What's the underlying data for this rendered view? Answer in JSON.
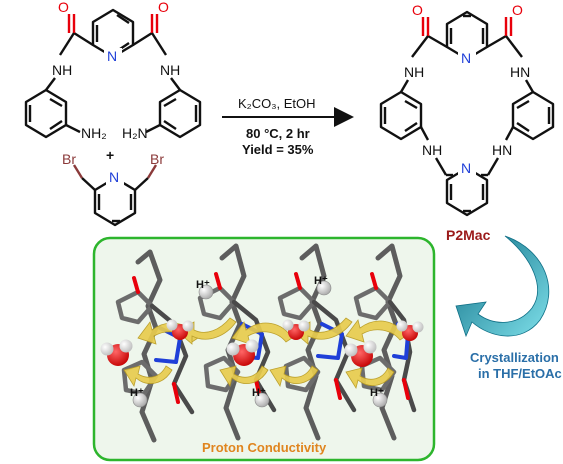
{
  "reaction": {
    "reagent": "K₂CO₃, EtOH",
    "condition": "80 °C, 2 hr",
    "yield": "Yield = 35%",
    "plus": "+"
  },
  "product": {
    "name": "P2Mac"
  },
  "atoms": {
    "O": "O",
    "N": "N",
    "NH": "NH",
    "HN": "HN",
    "NH2_right": "NH₂",
    "NH2_left": "H₂N",
    "Br": "Br"
  },
  "crystallization": {
    "line1": "Crystallization",
    "line2": "in THF/EtOAc"
  },
  "panel": {
    "label": "Proton Conductivity",
    "proton": "H⁺"
  },
  "colors": {
    "oxygen": "#e8000b",
    "nitrogen": "#1f3fd8",
    "bromine": "#8b3a3a",
    "product": "#9b1a1a",
    "panel_border": "#2db52d",
    "panel_bg": "#eef6ec",
    "panel_label": "#e0851f",
    "cryst_text": "#2a6fa8",
    "arrow_teal": "#2aa8b8",
    "yellow_arrow": "#e8cc4e"
  }
}
